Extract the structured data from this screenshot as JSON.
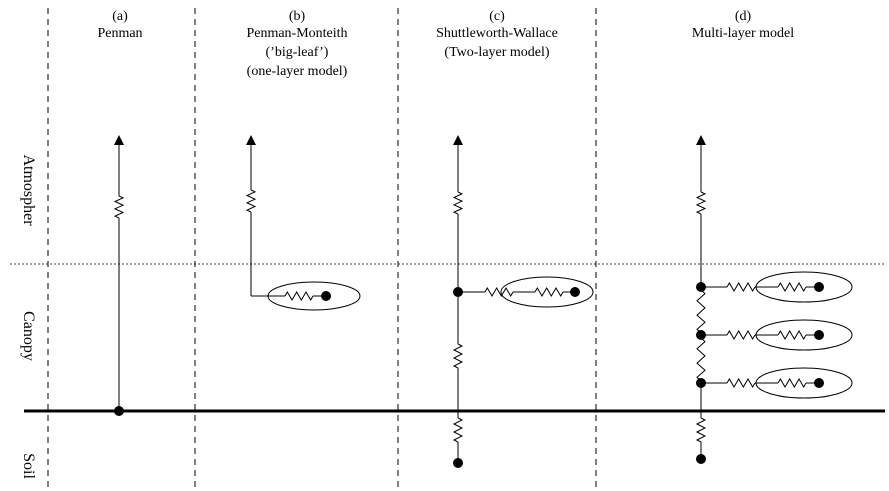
{
  "columns": [
    {
      "letter": "(a)",
      "title_lines": [
        "Penman"
      ]
    },
    {
      "letter": "(b)",
      "title_lines": [
        "Penman-Monteith",
        "(’big-leaf’)",
        "(one-layer model)"
      ]
    },
    {
      "letter": "(c)",
      "title_lines": [
        "Shuttleworth-Wallace",
        "(Two-layer model)"
      ]
    },
    {
      "letter": "(d)",
      "title_lines": [
        "Multi-layer model"
      ]
    }
  ],
  "layers": {
    "atmosphere": "Atmospher",
    "canopy": "Canopy",
    "soil": "Soil"
  },
  "colors": {
    "line": "#000000",
    "background": "#ffffff"
  }
}
